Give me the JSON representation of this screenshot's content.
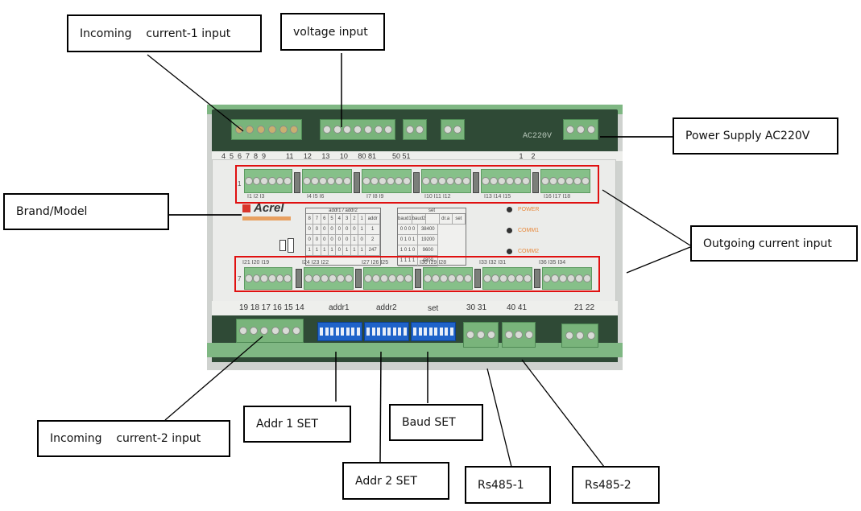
{
  "callouts": {
    "incoming_current_1": "Incoming    current-1 input",
    "voltage_input": "voltage input",
    "power_supply": "Power Supply AC220V",
    "brand_model": "Brand/Model",
    "outgoing_current": "Outgoing current input",
    "incoming_current_2": "Incoming    current-2 input",
    "addr1_set": "Addr 1 SET",
    "addr2_set": "Addr 2 SET",
    "baud_set": "Baud SET",
    "rs485_1": "Rs485-1",
    "rs485_2": "Rs485-2"
  },
  "device": {
    "brand": "Acrel",
    "power_marking": "AC220V",
    "top_terminal_numbers": "4  5  6  7  8  9          11     12     13     10     80 81        50 51                                                      1    2",
    "bottom_labels": {
      "incoming2_terminals": "19 18 17 16 15 14",
      "addr1": "addr1",
      "addr2": "addr2",
      "set": "set",
      "rs485_1_terminals": "30 31",
      "rs485_2_terminals": "40 41",
      "power_terminals": "21 22"
    },
    "upper_row_group_labels": [
      "I1  I2  I3",
      "I4  I5  I6",
      "I7  I8  I9",
      "I10 I11 I12",
      "I13 I14 I15",
      "I16 I17 I18"
    ],
    "lower_row_group_labels": [
      "I21 I20 I19",
      "I24 I23 I22",
      "I27 I26 I25",
      "I30 I29 I28",
      "I33 I32 I31",
      "I36 I35 I34"
    ],
    "upper_row_number": "1",
    "lower_row_number": "7",
    "leds": [
      "POWER",
      "COMM1",
      "COMM2"
    ],
    "addr_table": {
      "title": "addr1 / addr2",
      "header": [
        "8",
        "7",
        "6",
        "5",
        "4",
        "3",
        "2",
        "1",
        "addr"
      ],
      "rows": [
        [
          "0",
          "0",
          "0",
          "0",
          "0",
          "0",
          "0",
          "1",
          "1"
        ],
        [
          "0",
          "0",
          "0",
          "0",
          "0",
          "0",
          "1",
          "0",
          "2"
        ],
        [
          "1",
          "1",
          "1",
          "1",
          "0",
          "1",
          "1",
          "1",
          "247"
        ]
      ]
    },
    "set_table": {
      "title": "set",
      "header": [
        "baud1",
        "baud2",
        "",
        "dr.a",
        "set"
      ],
      "rows": [
        [
          "0 0 0 0",
          "38400"
        ],
        [
          "0 1 0 1",
          "19200"
        ],
        [
          "1 0 1 0",
          "9600"
        ],
        [
          "1 1 1 1",
          "4800"
        ]
      ]
    }
  }
}
